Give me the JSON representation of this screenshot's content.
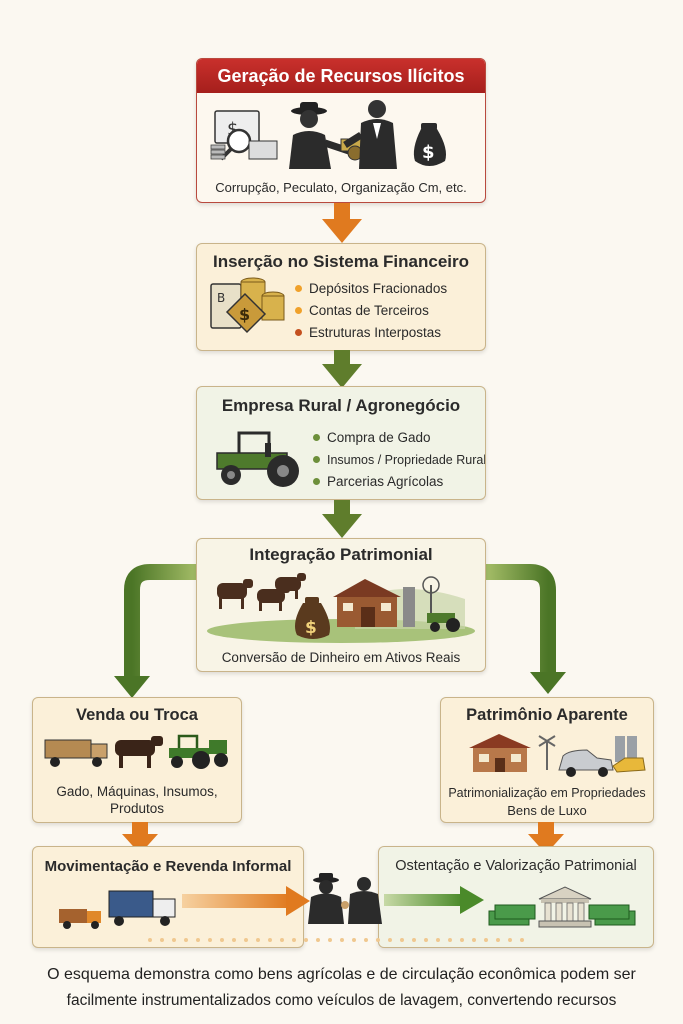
{
  "boxes": {
    "geracao": {
      "title": "Geração de Recursos Ilícitos",
      "caption": "Corrupção, Peculato, Organização Cm, etc."
    },
    "insercao": {
      "title": "Inserção no Sistema Financeiro",
      "items": [
        "Depósitos Fracionados",
        "Contas de Terceiros",
        "Estruturas Interpostas"
      ]
    },
    "empresa": {
      "title": "Empresa Rural / Agronegócio",
      "items": [
        "Compra de Gado",
        "Insumos / Propriedade Rural",
        "Parcerias Agrícolas"
      ]
    },
    "integracao": {
      "title": "Integração Patrimonial",
      "caption": "Conversão de Dinheiro em Ativos Reais"
    },
    "venda": {
      "title": "Venda ou Troca",
      "caption_line1": "Gado, Máquinas, Insumos,",
      "caption_line2": "Produtos"
    },
    "patrimonio": {
      "title": "Patrimônio Aparente",
      "caption_line1": "Patrimonialização em Propriedades",
      "caption_line2": "Bens de Luxo"
    },
    "movimentacao": {
      "title": "Movimentação e Revenda Informal"
    },
    "ostentacao": {
      "title": "Ostentação e Valorização Patrimonial"
    }
  },
  "footer": {
    "line1": "O esquema demonstra como bens agrícolas e de circulação econômica podem ser",
    "line2": "facilmente instrumentalizados como veículos de lavagem, convertendo recursos"
  },
  "colors": {
    "red": "#b42622",
    "orange": "#e07a1f",
    "green": "#5f7d2c",
    "cream": "#fbf1dc",
    "mint": "#f1f3e6"
  }
}
